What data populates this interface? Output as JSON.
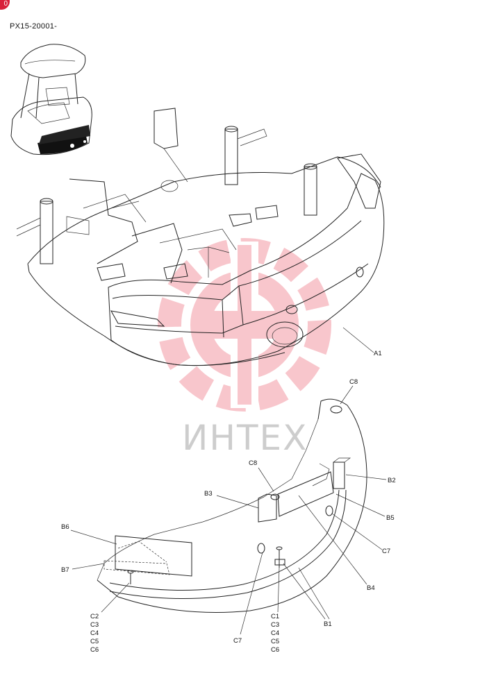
{
  "header": {
    "badge": "0",
    "serial": "PX15-20001-"
  },
  "watermark": {
    "text": "ИНТЕХ",
    "color": "#e8374a"
  },
  "callouts": {
    "A1": "A1",
    "C8_top": "C8",
    "C8_mid": "C8",
    "B2": "B2",
    "B3": "B3",
    "B5": "B5",
    "C7_right": "C7",
    "B4": "B4",
    "B6": "B6",
    "B7": "B7",
    "C7_bottom": "C7",
    "B1": "B1",
    "left_stack": [
      "C2",
      "C3",
      "C4",
      "C5",
      "C6"
    ],
    "right_stack": [
      "C1",
      "C3",
      "C4",
      "C5",
      "C6"
    ]
  }
}
